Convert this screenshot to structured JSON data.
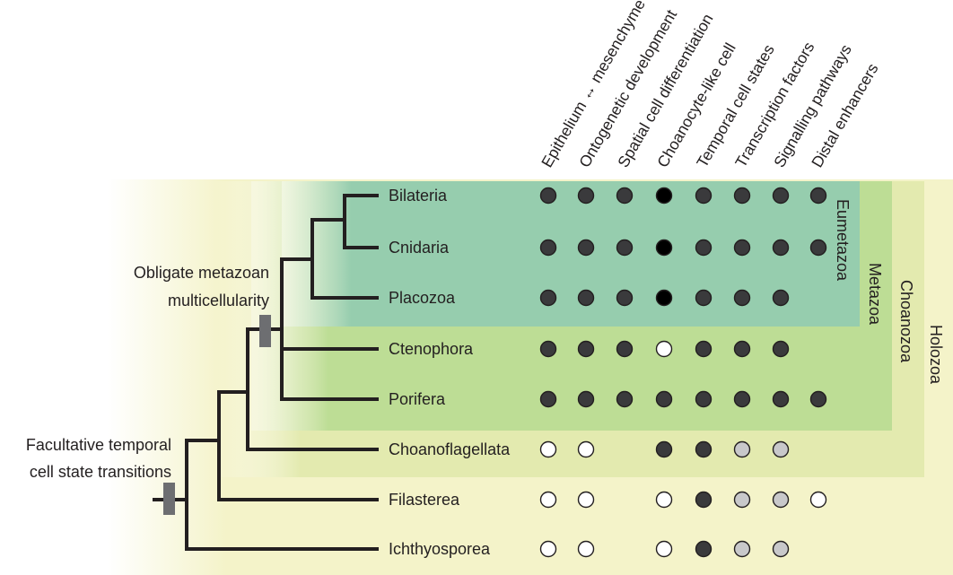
{
  "features": [
    "Epithelium ↔ mesenchyme",
    "Ontogenetic development",
    "Spatial cell differentiation",
    "Choanocyte-like cell",
    "Temporal cell states",
    "Transcription factors",
    "Signalling pathways",
    "Distal enhancers"
  ],
  "taxa": [
    {
      "name": "Bilateria",
      "marks": [
        "dark",
        "dark",
        "dark",
        "black",
        "dark",
        "dark",
        "dark",
        "dark"
      ]
    },
    {
      "name": "Cnidaria",
      "marks": [
        "dark",
        "dark",
        "dark",
        "black",
        "dark",
        "dark",
        "dark",
        "dark"
      ]
    },
    {
      "name": "Placozoa",
      "marks": [
        "dark",
        "dark",
        "dark",
        "black",
        "dark",
        "dark",
        "dark",
        ""
      ]
    },
    {
      "name": "Ctenophora",
      "marks": [
        "dark",
        "dark",
        "dark",
        "white",
        "dark",
        "dark",
        "dark",
        ""
      ]
    },
    {
      "name": "Porifera",
      "marks": [
        "dark",
        "dark",
        "dark",
        "dark",
        "dark",
        "dark",
        "dark",
        "dark"
      ]
    },
    {
      "name": "Choanoflagellata",
      "marks": [
        "white",
        "white",
        "",
        "dark",
        "dark",
        "grey",
        "grey",
        ""
      ]
    },
    {
      "name": "Filasterea",
      "marks": [
        "white",
        "white",
        "",
        "white",
        "dark",
        "grey",
        "grey",
        "white"
      ]
    },
    {
      "name": "Ichthyosporea",
      "marks": [
        "white",
        "white",
        "",
        "white",
        "dark",
        "grey",
        "grey",
        ""
      ]
    }
  ],
  "clades": [
    "Eumetazoa",
    "Metazoa",
    "Choanozoa",
    "Holozoa"
  ],
  "annotations": {
    "obligate_line1": "Obligate metazoan",
    "obligate_line2": "multicellularity",
    "facultative_line1": "Facultative temporal",
    "facultative_line2": "cell state transitions"
  },
  "colors": {
    "holozoa": "#f4f3c9",
    "choanozoa": "#e3eaaf",
    "metazoa": "#bddd95",
    "eumetazoa": "#96cdae",
    "tree": "#231f20",
    "marker": "#6d6e71",
    "dot_dark": "#3a3a3c",
    "dot_black": "#000000",
    "dot_grey": "#c8c8ca",
    "dot_white": "#ffffff"
  }
}
